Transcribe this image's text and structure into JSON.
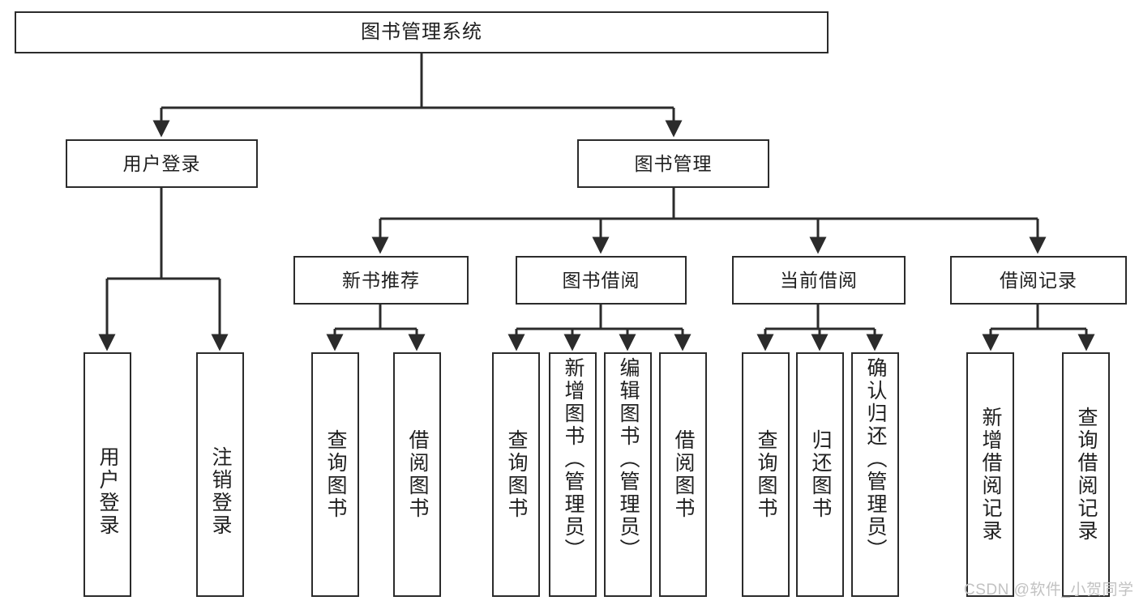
{
  "diagram": {
    "title": "图书管理系统",
    "type": "tree",
    "colors": {
      "box_border": "#2b2b2b",
      "box_fill": "#ffffff",
      "text": "#1f1f1f",
      "edge": "#2b2b2b",
      "watermark": "#c2c2c2",
      "background": "#ffffff"
    },
    "watermark": "CSDN @软件_小贺同学"
  },
  "nodes": {
    "root": {
      "label": "图书管理系统"
    },
    "level1": [
      {
        "label": "用户登录"
      },
      {
        "label": "图书管理"
      }
    ],
    "level2": [
      {
        "label": "新书推荐"
      },
      {
        "label": "图书借阅"
      },
      {
        "label": "当前借阅"
      },
      {
        "label": "借阅记录"
      }
    ],
    "leaves": [
      {
        "label": "用户登录"
      },
      {
        "label": "注销登录"
      },
      {
        "label": "查询图书"
      },
      {
        "label": "借阅图书"
      },
      {
        "label": "查询图书"
      },
      {
        "label": "新增图书（管理员）"
      },
      {
        "label": "编辑图书（管理员）"
      },
      {
        "label": "借阅图书"
      },
      {
        "label": "查询图书"
      },
      {
        "label": "归还图书"
      },
      {
        "label": "确认归还（管理员）"
      },
      {
        "label": "新增借阅记录"
      },
      {
        "label": "查询借阅记录"
      }
    ]
  },
  "chart_data": {
    "type": "table",
    "title": "图书管理系统 功能结构图",
    "tree": {
      "name": "图书管理系统",
      "children": [
        {
          "name": "用户登录",
          "children": [
            {
              "name": "用户登录"
            },
            {
              "name": "注销登录"
            }
          ]
        },
        {
          "name": "图书管理",
          "children": [
            {
              "name": "新书推荐",
              "children": [
                {
                  "name": "查询图书"
                },
                {
                  "name": "借阅图书"
                }
              ]
            },
            {
              "name": "图书借阅",
              "children": [
                {
                  "name": "查询图书"
                },
                {
                  "name": "新增图书（管理员）"
                },
                {
                  "name": "编辑图书（管理员）"
                },
                {
                  "name": "借阅图书"
                }
              ]
            },
            {
              "name": "当前借阅",
              "children": [
                {
                  "name": "查询图书"
                },
                {
                  "name": "归还图书"
                },
                {
                  "name": "确认归还（管理员）"
                }
              ]
            },
            {
              "name": "借阅记录",
              "children": [
                {
                  "name": "新增借阅记录"
                },
                {
                  "name": "查询借阅记录"
                }
              ]
            }
          ]
        }
      ]
    }
  }
}
